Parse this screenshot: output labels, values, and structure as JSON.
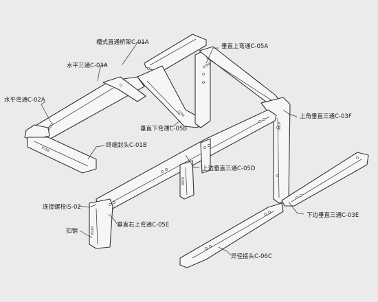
{
  "labels": {
    "c01a": "槽式直通桥架C-01A",
    "c05a": "垂直上弯通C-05A",
    "c03a": "水平三通C-03A",
    "c02a": "水平弯通C-02A",
    "c03f": "上角垂直三通C-03F",
    "c05b": "垂直下弯通C-05B",
    "c01b": "终端封头C-01B",
    "c05d": "上边垂直三通C-05D",
    "is02": "连接螺栓IS-02",
    "c03e": "下边垂直三通C-03E",
    "kouxiao": "扣销",
    "c05e": "垂直右上弯通C-05E",
    "c06c": "异径接头C-06C"
  },
  "part_marks": {
    "m1": "0700",
    "m2": "0150",
    "m3": "S200",
    "m4": "0200",
    "m5": "0200",
    "m6": "0200",
    "m7": "0150"
  }
}
